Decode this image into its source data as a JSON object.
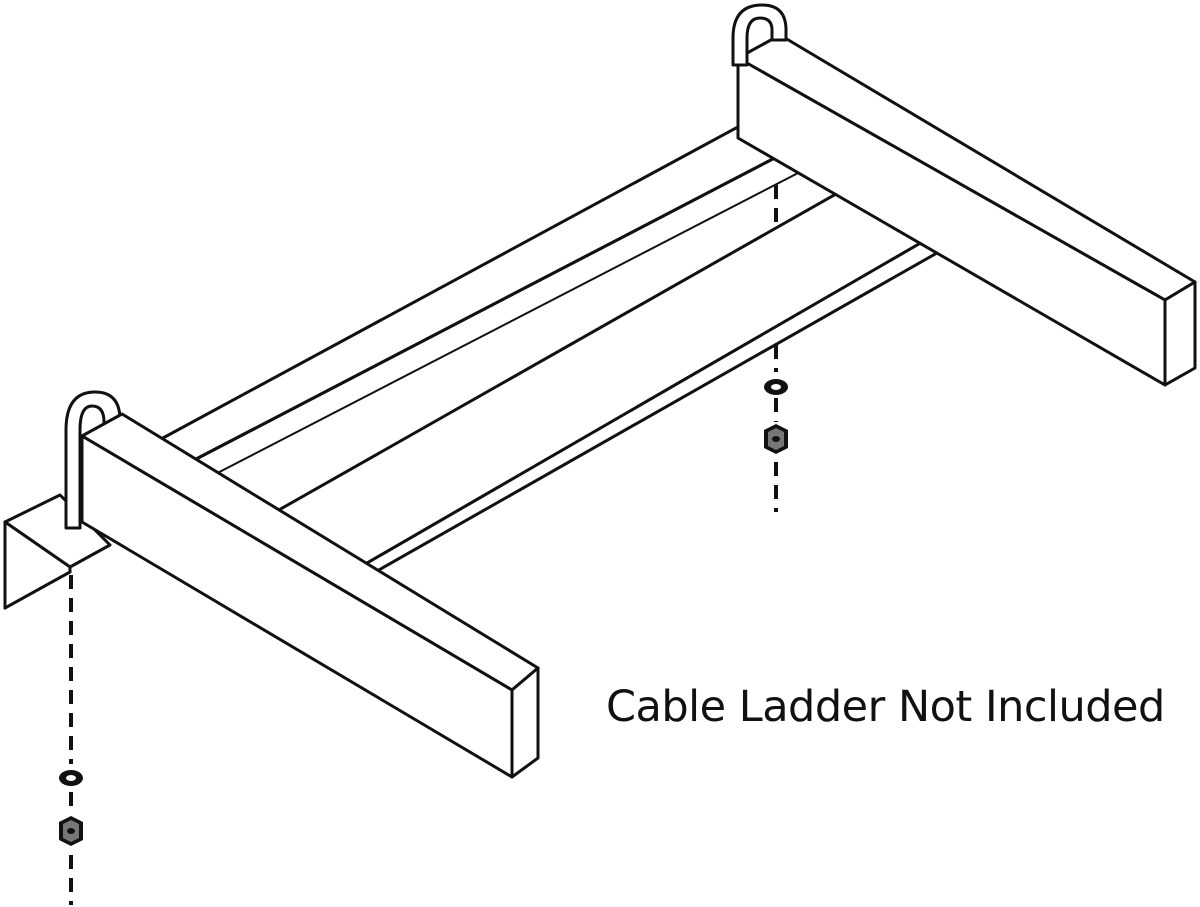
{
  "caption": "Cable Ladder Not Included",
  "parts": [
    "cable-ladder",
    "j-bolt",
    "mounting-bracket",
    "washer",
    "hex-nut"
  ]
}
